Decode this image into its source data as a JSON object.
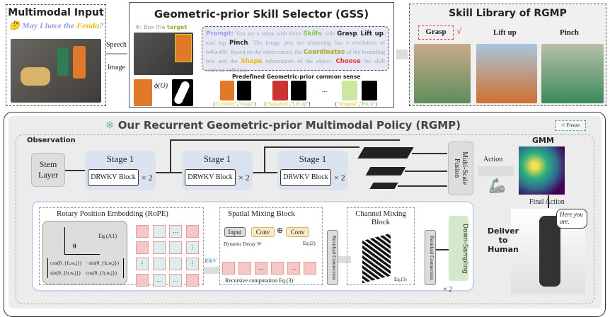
{
  "input_panel": {
    "title": "Multimodal Input",
    "question": "May I have the ",
    "question_target": "Fenda",
    "question_end": "?",
    "speech_label": "Speech",
    "image_label": "Image"
  },
  "gss": {
    "title": "Geometric-prior Skill Selector (GSS)",
    "box_prefix": ": Box the ",
    "box_target": "target",
    "phi_label": "ϕ(O)",
    "prompt_label": "Prompt:",
    "prompt_parts": [
      "You are a robot with three ",
      "Skills",
      ": side ",
      "Grasp",
      ", ",
      "Lift up",
      ", and top ",
      "Pinch",
      ". The image you are observing has a resolution of 640x480. Based on the observation, the ",
      "Coordinates",
      " of the bounding box and the ",
      "Shape",
      " information of the object. ",
      "Choose",
      " the skill without collision."
    ],
    "common_sense_title": "Predefined Geometric-prior common sense",
    "priors": [
      {
        "shape": "\"Cylinder\"",
        "skill": "\"Grasp\""
      },
      {
        "shape": "\"Squashed\"",
        "skill": "\"Lift up\""
      },
      {
        "shape": "\"Irregular\"",
        "skill": "\"Pinch\""
      }
    ],
    "ellipsis": "..."
  },
  "skill_library": {
    "title": "Skill Library of RGMP",
    "skills": [
      "Grasp",
      "Lift up",
      "Pinch"
    ],
    "check": "√"
  },
  "rgmp": {
    "title": "Our Recurrent Geometric-prior Multimodal Policy (RGMP)",
    "freeze_label": "Freeze",
    "observation": "Observation",
    "stem": "Stem Layer",
    "stages": [
      {
        "label": "Stage 1",
        "block": "DRWKV Block",
        "mult": "× 2"
      },
      {
        "label": "Stage 1",
        "block": "DRWKV Block",
        "mult": "× 2"
      },
      {
        "label": "Stage 1",
        "block": "DRWKV Block",
        "mult": "× 2"
      }
    ],
    "fusion": "Multi-Scale Fusion",
    "action": "Action",
    "gmm": "GMM",
    "final_action": "Final Action",
    "deliver": "Deliver to Human",
    "speech_bubble": "Here you are.",
    "rope_title": "Rotary Position Embedding (RoPE)",
    "eq_a": "Eq.(A1)",
    "theta": "θ",
    "matrix": [
      "cos(θ_{h,w,j})",
      "−sin(θ_{h,w,j})",
      "sin(θ_{h,w,j})",
      "cos(θ_{h,w,j})"
    ],
    "kv": "K&V",
    "spatial_title": "Spatial Mixing Block",
    "input": "Input",
    "conv": "Conv",
    "decay": "Dynamic Decay ",
    "decay_w": "W",
    "eq2": "Eq.(2)",
    "recursive": "Recursive computation Eq.(3)",
    "residual": "Residual Connection",
    "channel_title": "Channel Mixing Block",
    "eq5": "Eq.(5)",
    "downsampling": "Down-Sampling",
    "inner_mult": "× 2"
  },
  "colors": {
    "panel_blue": "#dbe3f1",
    "prompt_bg": "#e3e8f4",
    "skill_green": "#8bc34a",
    "shape_yellow": "#f5b800",
    "choose_red": "#e53935",
    "coord_olive": "#a8a82a",
    "downsample_green": "#d4e8cc"
  }
}
